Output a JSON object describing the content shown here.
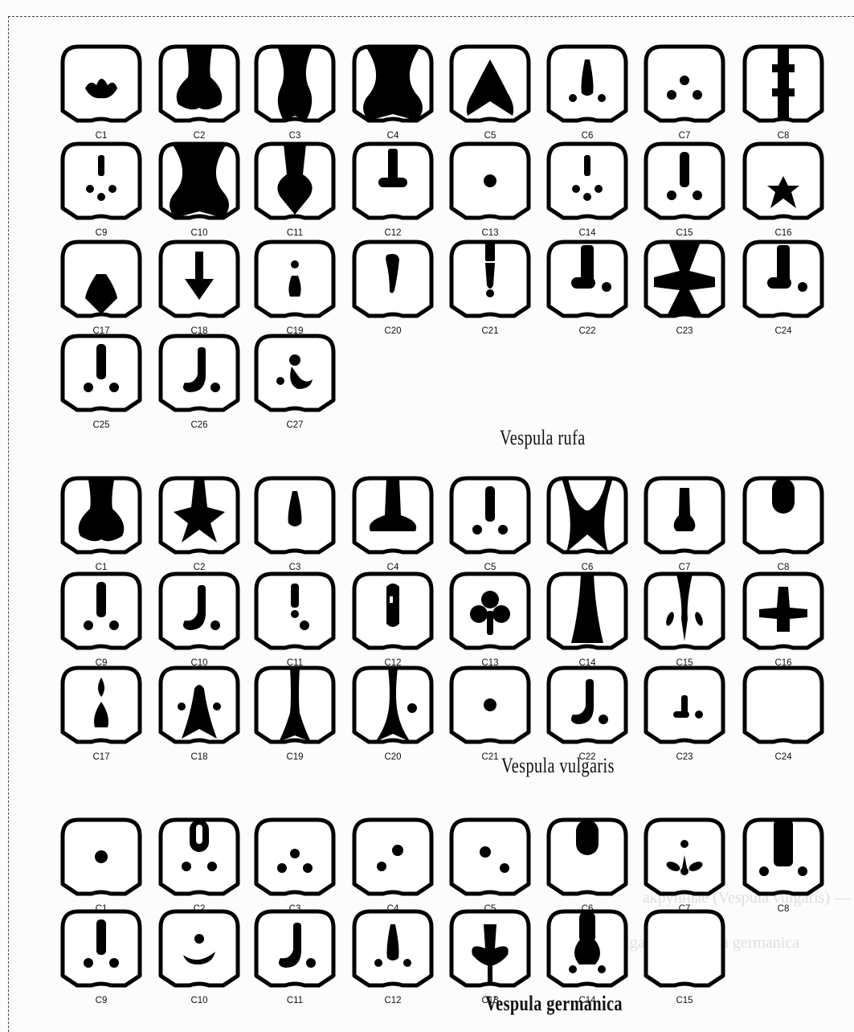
{
  "title": "",
  "faded_text": [
    "акрупные (Vespula vulgaris) — ",
    "Vespula vulgaris и Vespula germanica"
  ],
  "sections": [
    {
      "caption": "Vespula rufa",
      "items": [
        {
          "label": "C1",
          "shape": "blob-small"
        },
        {
          "label": "C2",
          "shape": "bulb-large"
        },
        {
          "label": "C3",
          "shape": "hourglass"
        },
        {
          "label": "C4",
          "shape": "hourglass-wide"
        },
        {
          "label": "C5",
          "shape": "arrow-up"
        },
        {
          "label": "C6",
          "shape": "spike-two-dots"
        },
        {
          "label": "C7",
          "shape": "three-dots"
        },
        {
          "label": "C8",
          "shape": "cross-bar"
        },
        {
          "label": "C9",
          "shape": "bar-three-dots"
        },
        {
          "label": "C10",
          "shape": "hourglass-wide"
        },
        {
          "label": "C11",
          "shape": "funnel-arrow"
        },
        {
          "label": "C12",
          "shape": "t-shape"
        },
        {
          "label": "C13",
          "shape": "dot"
        },
        {
          "label": "C14",
          "shape": "bar-three-dots"
        },
        {
          "label": "C15",
          "shape": "bar-two-dots"
        },
        {
          "label": "C16",
          "shape": "star-low"
        },
        {
          "label": "C17",
          "shape": "bulb-low"
        },
        {
          "label": "C18",
          "shape": "arrow-down"
        },
        {
          "label": "C19",
          "shape": "dot-bulb"
        },
        {
          "label": "C20",
          "shape": "comma"
        },
        {
          "label": "C21",
          "shape": "spike-broken"
        },
        {
          "label": "C22",
          "shape": "l-bar-dot"
        },
        {
          "label": "C23",
          "shape": "cross"
        },
        {
          "label": "C24",
          "shape": "l-bar-dot"
        },
        {
          "label": "C25",
          "shape": "bar-two-dots"
        },
        {
          "label": "C26",
          "shape": "j-hook-dot"
        },
        {
          "label": "C27",
          "shape": "dot-hook"
        }
      ]
    },
    {
      "caption": "Vespula vulgaris",
      "items": [
        {
          "label": "C1",
          "shape": "bulb-large"
        },
        {
          "label": "C2",
          "shape": "star"
        },
        {
          "label": "C3",
          "shape": "spike"
        },
        {
          "label": "C4",
          "shape": "t-wide"
        },
        {
          "label": "C5",
          "shape": "bar-two-dots"
        },
        {
          "label": "C6",
          "shape": "pinch"
        },
        {
          "label": "C7",
          "shape": "bulb-small"
        },
        {
          "label": "C8",
          "shape": "capsule-top"
        },
        {
          "label": "C9",
          "shape": "bar-two-dots"
        },
        {
          "label": "C10",
          "shape": "j-hook-dot"
        },
        {
          "label": "C11",
          "shape": "exclaim-dot"
        },
        {
          "label": "C12",
          "shape": "bar-notch"
        },
        {
          "label": "C13",
          "shape": "clover"
        },
        {
          "label": "C14",
          "shape": "tower"
        },
        {
          "label": "C15",
          "shape": "pinch-dots"
        },
        {
          "label": "C16",
          "shape": "cross-low"
        },
        {
          "label": "C17",
          "shape": "two-drops"
        },
        {
          "label": "C18",
          "shape": "fork-dots"
        },
        {
          "label": "C19",
          "shape": "thin-waist"
        },
        {
          "label": "C20",
          "shape": "fork-dot"
        },
        {
          "label": "C21",
          "shape": "dot"
        },
        {
          "label": "C22",
          "shape": "j-hook-dot"
        },
        {
          "label": "C23",
          "shape": "small-t"
        },
        {
          "label": "C24",
          "shape": "empty"
        }
      ]
    },
    {
      "caption": "Vespula germanica",
      "items": [
        {
          "label": "C1",
          "shape": "dot"
        },
        {
          "label": "C2",
          "shape": "capsule-dots"
        },
        {
          "label": "C3",
          "shape": "three-dots"
        },
        {
          "label": "C4",
          "shape": "two-dots-diag"
        },
        {
          "label": "C5",
          "shape": "two-dots-diag2"
        },
        {
          "label": "C6",
          "shape": "capsule-top"
        },
        {
          "label": "C7",
          "shape": "dot-leaves"
        },
        {
          "label": "C8",
          "shape": "wide-bar-dots"
        },
        {
          "label": "C9",
          "shape": "bar-two-dots"
        },
        {
          "label": "C10",
          "shape": "dot-smile"
        },
        {
          "label": "C11",
          "shape": "j-hook-dot"
        },
        {
          "label": "C12",
          "shape": "spike-two-dots"
        },
        {
          "label": "C13",
          "shape": "flower"
        },
        {
          "label": "C14",
          "shape": "bulb-dots"
        },
        {
          "label": "C15",
          "shape": "empty"
        }
      ]
    }
  ]
}
